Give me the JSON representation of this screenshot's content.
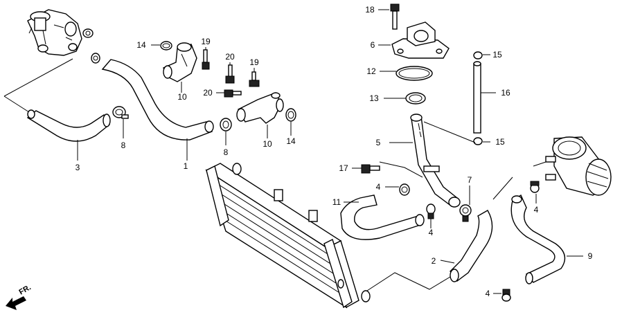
{
  "callouts": {
    "c1": "1",
    "c2": "2",
    "c3": "3",
    "c4a": "4",
    "c4b": "4",
    "c4c": "4",
    "c4d": "4",
    "c5": "5",
    "c6": "6",
    "c7": "7",
    "c8a": "8",
    "c8b": "8",
    "c9": "9",
    "c10a": "10",
    "c10b": "10",
    "c11": "11",
    "c12": "12",
    "c13": "13",
    "c14a": "14",
    "c14b": "14",
    "c15a": "15",
    "c15b": "15",
    "c16": "16",
    "c17": "17",
    "c18": "18",
    "c19a": "19",
    "c19b": "19",
    "c20a": "20",
    "c20b": "20"
  },
  "direction_label": "FR."
}
